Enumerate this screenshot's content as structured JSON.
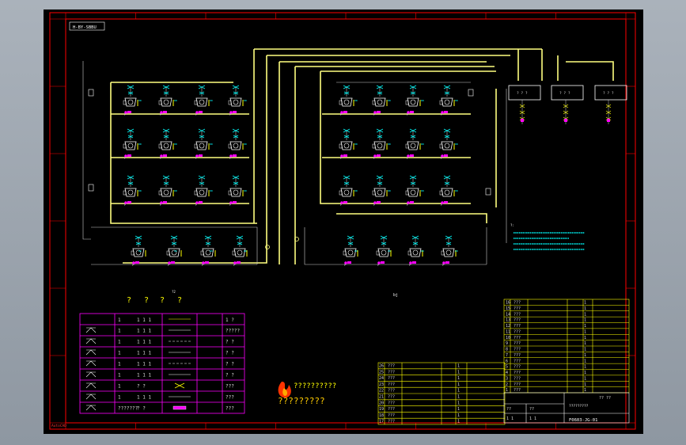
{
  "drawing": {
    "top_label": "H-BY-SBBU",
    "stamp": "AutoCAD",
    "center_note": "bj",
    "drawing_number": "F0603-JG-01",
    "title_text": "?????????",
    "brand_text": "??????????",
    "chinese_caption": "?????????",
    "legend_header_marks": [
      "?",
      "?",
      "?",
      "?"
    ],
    "legend_header_small": "?2",
    "legend_rows": [
      {
        "col2": "1",
        "col3": "1 1 1",
        "col5": "?????"
      },
      {
        "col2": "1",
        "col3": "1 1 1",
        "col5": "? ?"
      },
      {
        "col2": "1",
        "col3": "1 1 1",
        "col5": "? ?"
      },
      {
        "col2": "1",
        "col3": "1 1 1",
        "col5": "? ?"
      },
      {
        "col2": "1",
        "col3": "1 1 1",
        "col5": "? ?"
      },
      {
        "col2": "1",
        "col3": "? ?",
        "col5": "???"
      },
      {
        "col2": "1",
        "col3": "1 1 1",
        "col5": "???"
      },
      {
        "col2": "???????",
        "col3": "? ?",
        "col5": "???"
      }
    ],
    "colors": {
      "background": "#000000",
      "border": "#ff0000",
      "pipe": "#ffff80",
      "equipment": "#ffffff",
      "valve": "#00ffff",
      "pump": "#ff00ff",
      "legend_grid": "#ff00ff",
      "title_grid": "#ffff00",
      "text": "#ffffff"
    }
  }
}
